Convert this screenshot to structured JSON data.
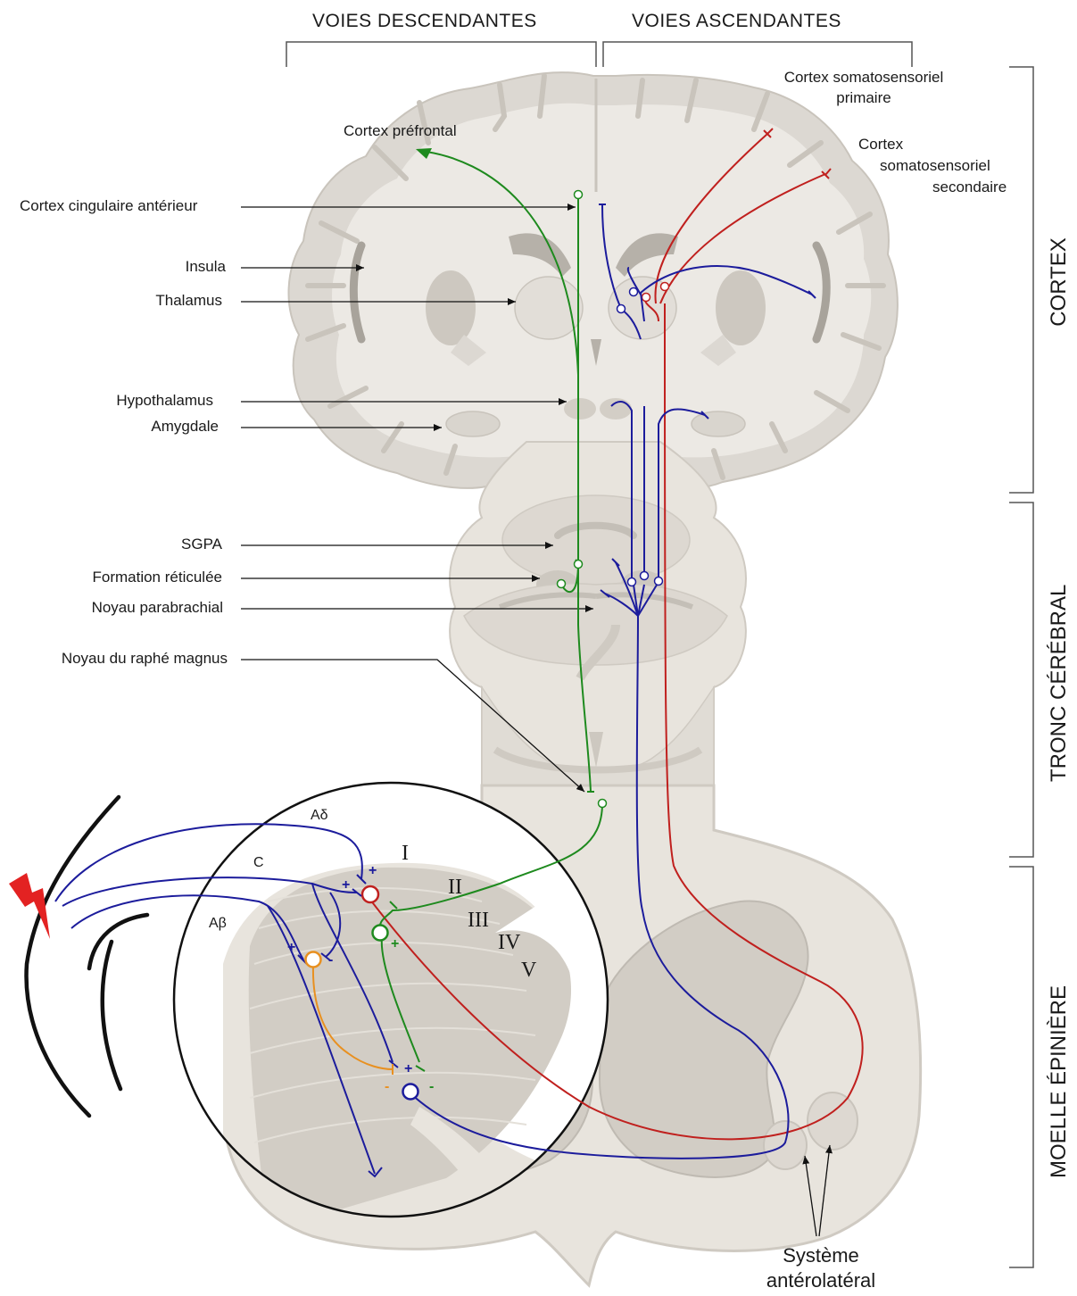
{
  "headers": {
    "descending": "VOIES DESCENDANTES",
    "ascending": "VOIES ASCENDANTES"
  },
  "sections": {
    "cortex": "CORTEX",
    "brainstem": "TRONC CÉRÉBRAL",
    "spinal_cord": "MOELLE ÉPINIÈRE"
  },
  "left_labels": {
    "anterior_cingulate": "Cortex cingulaire antérieur",
    "insula": "Insula",
    "thalamus": "Thalamus",
    "hypothalamus": "Hypothalamus",
    "amygdala": "Amygdale",
    "pag": "SGPA",
    "reticular": "Formation réticulée",
    "parabrachial": "Noyau parabrachial",
    "raphe": "Noyau du raphé magnus"
  },
  "cortex_labels": {
    "prefrontal": "Cortex préfrontal",
    "s1_line1": "Cortex somatosensoriel",
    "s1_line2": "primaire",
    "s2_line1": "Cortex",
    "s2_line2": "somatosensoriel",
    "s2_line3": "secondaire"
  },
  "anterolateral": {
    "line1": "Système",
    "line2": "antérolatéral"
  },
  "fibers": {
    "a_delta": "Aδ",
    "c": "C",
    "a_beta": "Aβ"
  },
  "laminae": [
    "I",
    "II",
    "III",
    "IV",
    "V"
  ],
  "signs": {
    "plus": "+",
    "minus": "-"
  },
  "colors": {
    "descending_green": "#1e8a1e",
    "ascending_red": "#c0201e",
    "ascending_blue": "#1c1c9c",
    "interneuron_orange": "#e89020",
    "tissue_fill": "#e8e4dd",
    "tissue_outline": "#cfcac2",
    "grey_matter": "#bdb8b0",
    "stimulus": "#e32222"
  }
}
